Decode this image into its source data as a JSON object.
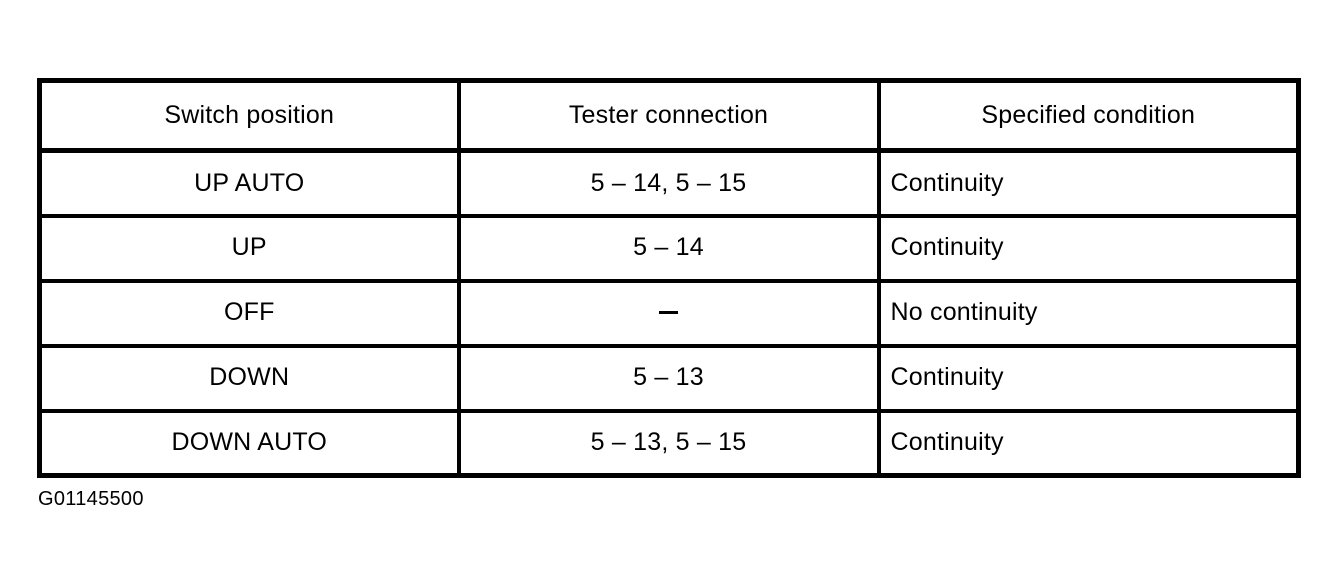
{
  "document": {
    "background_color": "#ffffff",
    "ink_color": "#000000"
  },
  "table": {
    "headers": [
      "Switch position",
      "Tester connection",
      "Specified condition"
    ],
    "rows": [
      {
        "switch_position": "UP AUTO",
        "tester_connection": "5 – 14, 5 – 15",
        "specified_condition": "Continuity"
      },
      {
        "switch_position": "UP",
        "tester_connection": "5 – 14",
        "specified_condition": "Continuity"
      },
      {
        "switch_position": "OFF",
        "tester_connection": "–",
        "specified_condition": "No continuity"
      },
      {
        "switch_position": "DOWN",
        "tester_connection": "5 – 13",
        "specified_condition": "Continuity"
      },
      {
        "switch_position": "DOWN AUTO",
        "tester_connection": "5 – 13, 5 – 15",
        "specified_condition": "Continuity"
      }
    ]
  },
  "caption": {
    "figure_id": "G01145500"
  }
}
